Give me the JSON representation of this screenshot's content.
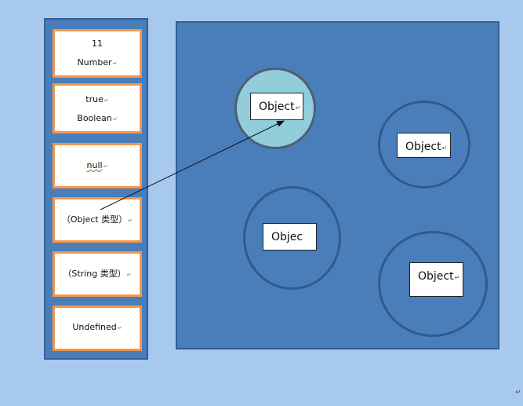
{
  "stack": {
    "slots": [
      {
        "line1": "11",
        "line2": "Number",
        "mark": "↵"
      },
      {
        "line1": "true",
        "line2": "Boolean",
        "mark": "↵"
      },
      {
        "line1": "null",
        "mark": "↵"
      },
      {
        "line1": "（Object 类型）",
        "mark": "↵"
      },
      {
        "line1": "（String 类型）",
        "mark": "↵"
      },
      {
        "line1": "Undefined",
        "mark": "↵"
      }
    ]
  },
  "heap": {
    "objects": [
      {
        "label": "Object",
        "mark": "↵"
      },
      {
        "label": "Object",
        "mark": "↵"
      },
      {
        "label": "Objec"
      },
      {
        "label": "Object",
        "mark": "↵"
      }
    ]
  },
  "colors": {
    "background": "#a8c9ee",
    "panel": "#4a7ebb",
    "panel_border": "#335f92",
    "slot_border": "#f79646",
    "highlight_circle": "#92cddc"
  },
  "document": {
    "end_mark": "↵"
  }
}
